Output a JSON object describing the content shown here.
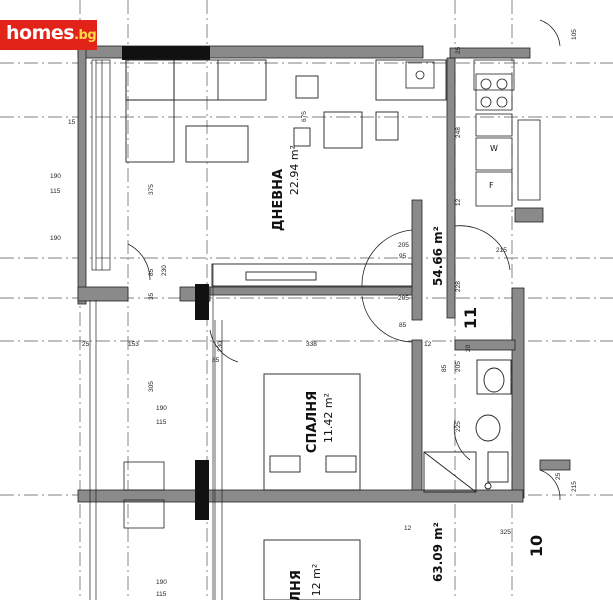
{
  "logo": {
    "name": "homes",
    "tld": ".bg",
    "color": "#e2231a",
    "tld_color": "#ffd84a"
  },
  "rooms": {
    "living_name": "ДНЕВНА",
    "living_area": "22.94 m²",
    "bedroom_name": "СПАЛНЯ",
    "bedroom_area": "11.42 m²",
    "bedroom2_name_partial": "ЛНЯ",
    "bedroom2_area_partial": "12 m²"
  },
  "apartments": {
    "apt11_number": "11",
    "apt11_area": "54.66 m²",
    "apt10_number": "10",
    "apt10_area": "63.09 m²"
  },
  "appliance_labels": {
    "washer": "W",
    "fridge": "F"
  },
  "dimensions": {
    "d190a": "190",
    "d115a": "115",
    "d190b": "190",
    "d375": "375",
    "d230a": "230",
    "d85a": "85",
    "d35": "35",
    "d205a": "205",
    "d95": "95",
    "d205b": "205",
    "d85b": "85",
    "d228": "228",
    "d12a": "12",
    "d248": "248",
    "d675": "675",
    "d215a": "215",
    "d85c": "85",
    "d205c": "205",
    "d225": "225",
    "d20": "20",
    "d153": "153",
    "d338": "338",
    "d230b": "230",
    "d85d": "85",
    "d305": "305",
    "d190c": "190",
    "d115b": "115",
    "d25": "25",
    "d325": "325",
    "d12b": "12",
    "d105": "105",
    "d215b": "215",
    "d190d": "190",
    "d115c": "115",
    "d25b": "25",
    "d25c": "25",
    "d12c": "12",
    "d15": "15"
  }
}
